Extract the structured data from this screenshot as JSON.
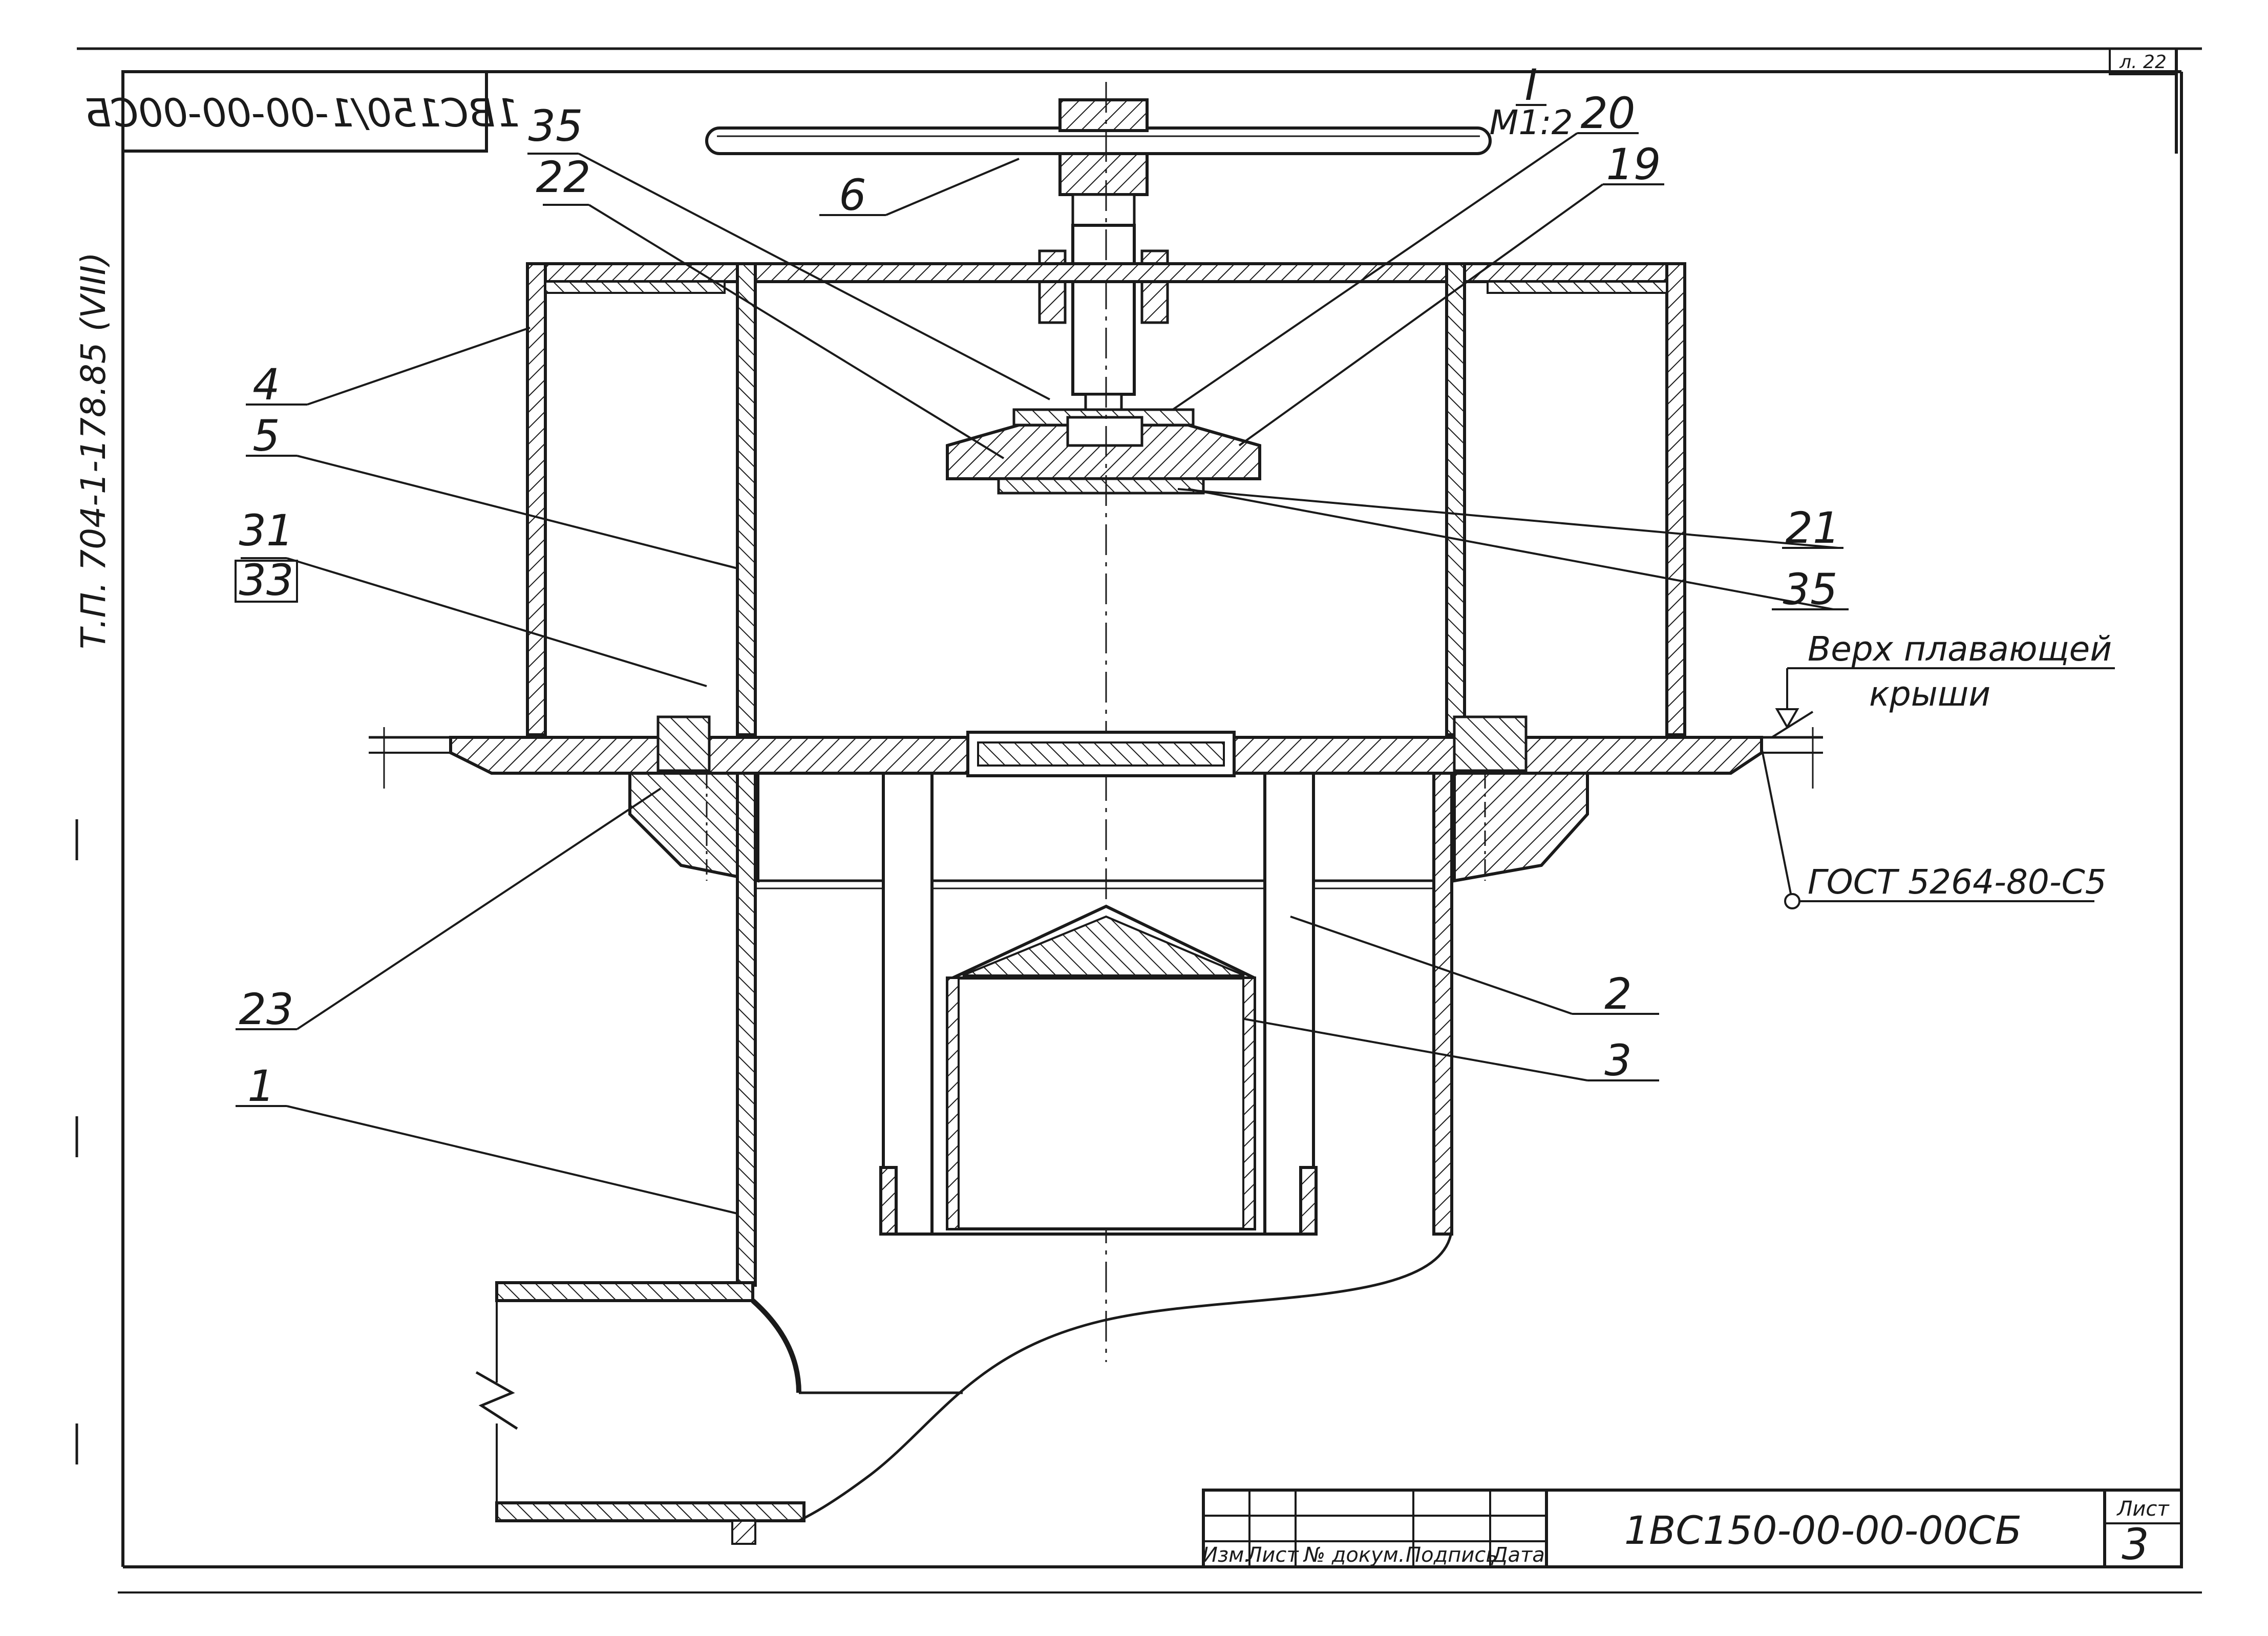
{
  "drawing": {
    "mirrored_code": "1ВС150/1-00-00-00СБ",
    "side_note": "Т.П. 704-1-178.85 (VIII)",
    "side_note_boxed": "VIII",
    "sheet_ref": "л. 22",
    "view": {
      "number": "I",
      "scale": "М1:2"
    }
  },
  "callouts": [
    "35",
    "22",
    "6",
    "20",
    "19",
    "4",
    "5",
    "31",
    "33",
    "21",
    "35",
    "23",
    "1",
    "2",
    "3"
  ],
  "annotations": {
    "roof_label_line1": "Верх плавающей",
    "roof_label_line2": "крыши",
    "weld_standard": "ГОСТ 5264-80-С5"
  },
  "title_block": {
    "headers": [
      "Изм.",
      "Лист",
      "№ докум.",
      "Подпись",
      "Дата"
    ],
    "document_code": "1ВС150-00-00-00СБ",
    "sheet_label": "Лист",
    "sheet_number": "3"
  }
}
